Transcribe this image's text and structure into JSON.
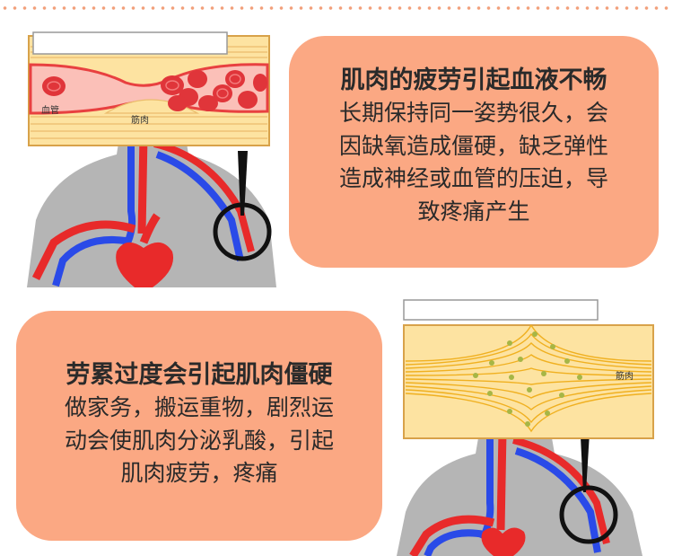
{
  "bubbles": {
    "blood": {
      "title": "肌肉的疲劳引起血液不畅",
      "lines": [
        "长期保持同一姿势很久，会",
        "因缺氧造成僵硬，缺乏弹性",
        "造成神经或血管的压迫，导",
        "致疼痛产生"
      ]
    },
    "muscle": {
      "title": "劳累过度会引起肌肉僵硬",
      "lines": [
        "做家务，搬运重物，剧烈运",
        "动会使肌肉分泌乳酸，引起",
        "肌肉疲劳，疼痛"
      ]
    }
  },
  "diagram1": {
    "vessel_label": "血管",
    "muscle_label": "筋肉"
  },
  "diagram2": {
    "muscle_label": "筋肉"
  },
  "colors": {
    "bubble": "#fba883",
    "muscle": "#fde3a1",
    "vessel": "#fbc0b8",
    "artery": "#e82a2a",
    "vein": "#2a4ae8",
    "body": "#b0b0b0"
  }
}
